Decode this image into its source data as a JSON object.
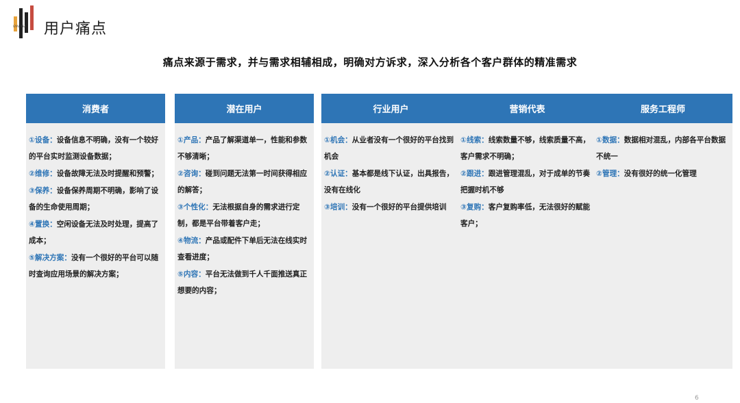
{
  "header": {
    "logo_text": "GYAL YEA",
    "title": "用户痛点"
  },
  "subtitle": "痛点来源于需求，并与需求相辅相成，明确对方诉求，深入分析各个客户群体的精准需求",
  "columns": [
    {
      "header": "消费者",
      "items": [
        {
          "num": "①设备：",
          "text": "设备信息不明确，没有一个较好的平台实时监测设备数据；"
        },
        {
          "num": "②维修：",
          "text": "设备故障无法及时提醒和预警；"
        },
        {
          "num": "③保养：",
          "text": "设备保养周期不明确，影响了设备的生命使用周期；"
        },
        {
          "num": "④置换：",
          "text": "空闲设备无法及时处理，提高了成本；"
        },
        {
          "num": "⑤解决方案：",
          "text": "没有一个很好的平台可以随时查询应用场景的解决方案；"
        }
      ]
    },
    {
      "header": "潜在用户",
      "items": [
        {
          "num": "①产品：",
          "text": "产品了解渠道单一，性能和参数不够清晰；"
        },
        {
          "num": "②咨询：",
          "text": "碰到问题无法第一时间获得相应的解答；"
        },
        {
          "num": "③个性化：",
          "text": "无法根据自身的需求进行定制，都是平台带着客户走；"
        },
        {
          "num": "④物流：",
          "text": "产品或配件下单后无法在线实时查看进度；"
        },
        {
          "num": "⑤内容：",
          "text": "平台无法做到千人千面推送真正想要的内容；"
        }
      ]
    },
    {
      "header": "行业用户",
      "items": [
        {
          "num": "①机会：",
          "text": "从业者没有一个很好的平台找到机会"
        },
        {
          "num": "②认证：",
          "text": "基本都是线下认证，出具报告，没有在线化"
        },
        {
          "num": "③培训：",
          "text": "没有一个很好的平台提供培训"
        }
      ]
    },
    {
      "header": "营销代表",
      "items": [
        {
          "num": "①线索：",
          "text": "线索数量不够，线索质量不高，客户需求不明确；"
        },
        {
          "num": "②跟进：",
          "text": "跟进管理混乱，对于成单的节奏把握时机不够"
        },
        {
          "num": "③复购：",
          "text": "客户复购率低，无法很好的赋能客户；"
        }
      ]
    },
    {
      "header": "服务工程师",
      "items": [
        {
          "num": "①数据：",
          "text": "数据相对混乱，内部各平台数据不统一"
        },
        {
          "num": "②管理：",
          "text": "没有很好的统一化管理"
        }
      ]
    }
  ],
  "page_number": "6",
  "colors": {
    "accent": "#2e75b6",
    "panel": "#eeeeee"
  }
}
